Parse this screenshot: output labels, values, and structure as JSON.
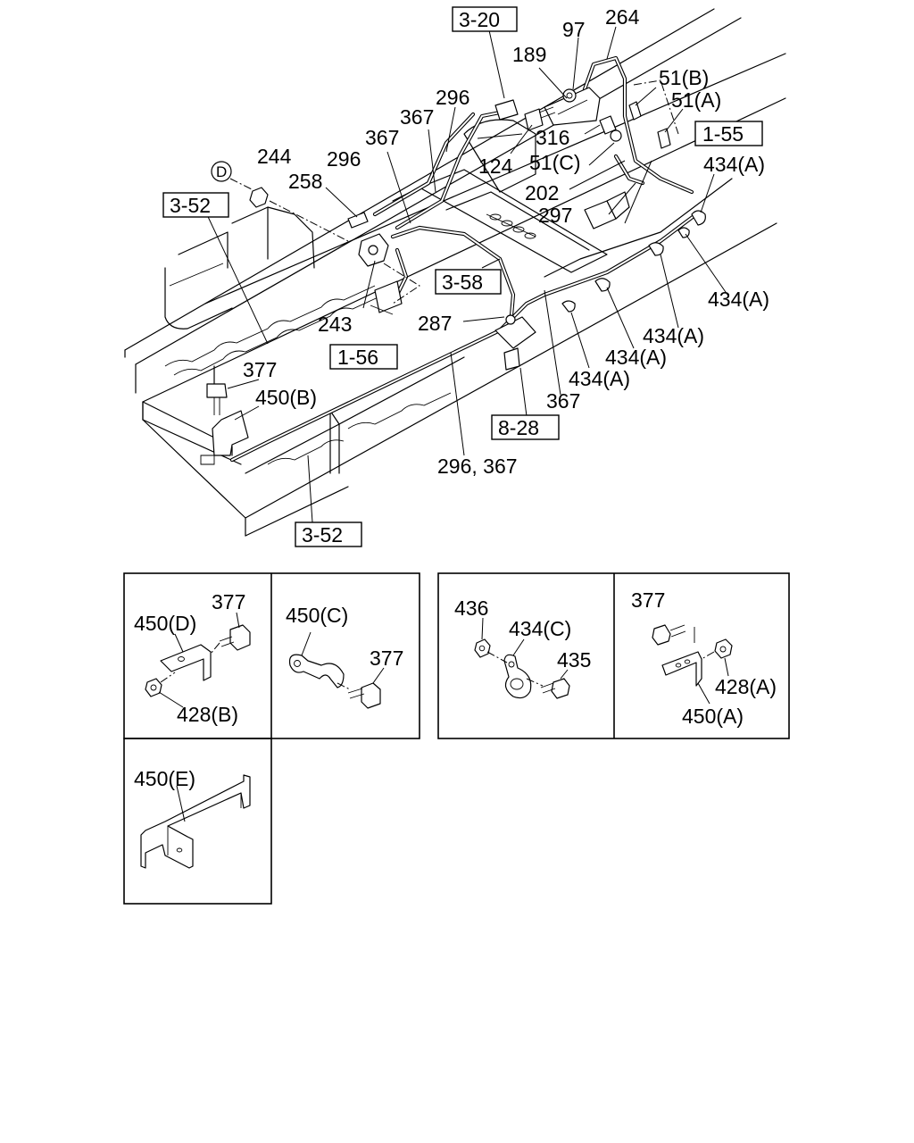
{
  "main_callouts": {
    "c264": "264",
    "c97": "97",
    "c189": "189",
    "c51b": "51(B)",
    "c51a": "51(A)",
    "c296_top": "296",
    "c367_a": "367",
    "c367_b": "367",
    "c296_mid": "296",
    "c244": "244",
    "c258": "258",
    "c316": "316",
    "c124": "124",
    "c51c": "51(C)",
    "c202": "202",
    "c297": "297",
    "c434a_1": "434(A)",
    "c434a_2": "434(A)",
    "c434a_3": "434(A)",
    "c434a_4": "434(A)",
    "c434a_5": "434(A)",
    "c243": "243",
    "c287": "287",
    "c377": "377",
    "c450b": "450(B)",
    "c367_c": "367",
    "c296_367": "296, 367",
    "circle_d": "D"
  },
  "reference_boxes": {
    "r3_20": "3-20",
    "r1_55": "1-55",
    "r3_52_top": "3-52",
    "r3_58": "3-58",
    "r1_56": "1-56",
    "r8_28": "8-28",
    "r3_52_bottom": "3-52"
  },
  "detail_panels": {
    "panel1": {
      "c450d": "450(D)",
      "c377": "377",
      "c428b": "428(B)"
    },
    "panel2": {
      "c450c": "450(C)",
      "c377": "377"
    },
    "panel3": {
      "c436": "436",
      "c434c": "434(C)",
      "c435": "435"
    },
    "panel4": {
      "c377": "377",
      "c428a": "428(A)",
      "c450a": "450(A)"
    },
    "panel5": {
      "c450e": "450(E)"
    }
  }
}
